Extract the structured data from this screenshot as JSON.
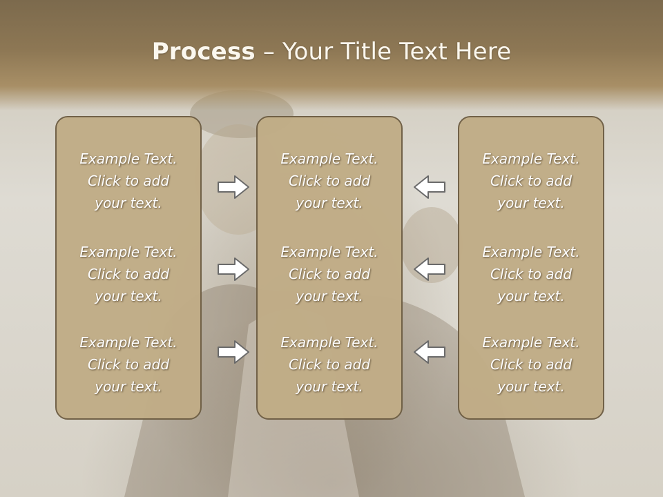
{
  "slide": {
    "title_bold": "Process",
    "title_rest": " – Your Title Text Here"
  },
  "columns": [
    {
      "items": [
        "Example Text.\nClick  to add\nyour text.",
        "Example Text.\nClick  to add\nyour text.",
        "Example Text.\nClick  to add\nyour text."
      ]
    },
    {
      "items": [
        "Example Text.\nClick  to add\nyour text.",
        "Example Text.\nClick  to add\nyour text.",
        "Example Text.\nClick  to add\nyour text."
      ]
    },
    {
      "items": [
        "Example Text.\nClick  to add\nyour text.",
        "Example Text.\nClick  to add\nyour text.",
        "Example Text.\nClick  to add\nyour text."
      ]
    }
  ],
  "arrows": {
    "left_group": [
      "arrow-right-icon",
      "arrow-right-icon",
      "arrow-right-icon"
    ],
    "right_group": [
      "arrow-left-icon",
      "arrow-left-icon",
      "arrow-left-icon"
    ]
  },
  "colors": {
    "box_fill": "#c1ad87",
    "box_border": "#6e5e44",
    "title_band": "#8d7754",
    "arrow_fill": "#ffffff",
    "arrow_stroke": "#6a6a6a"
  }
}
